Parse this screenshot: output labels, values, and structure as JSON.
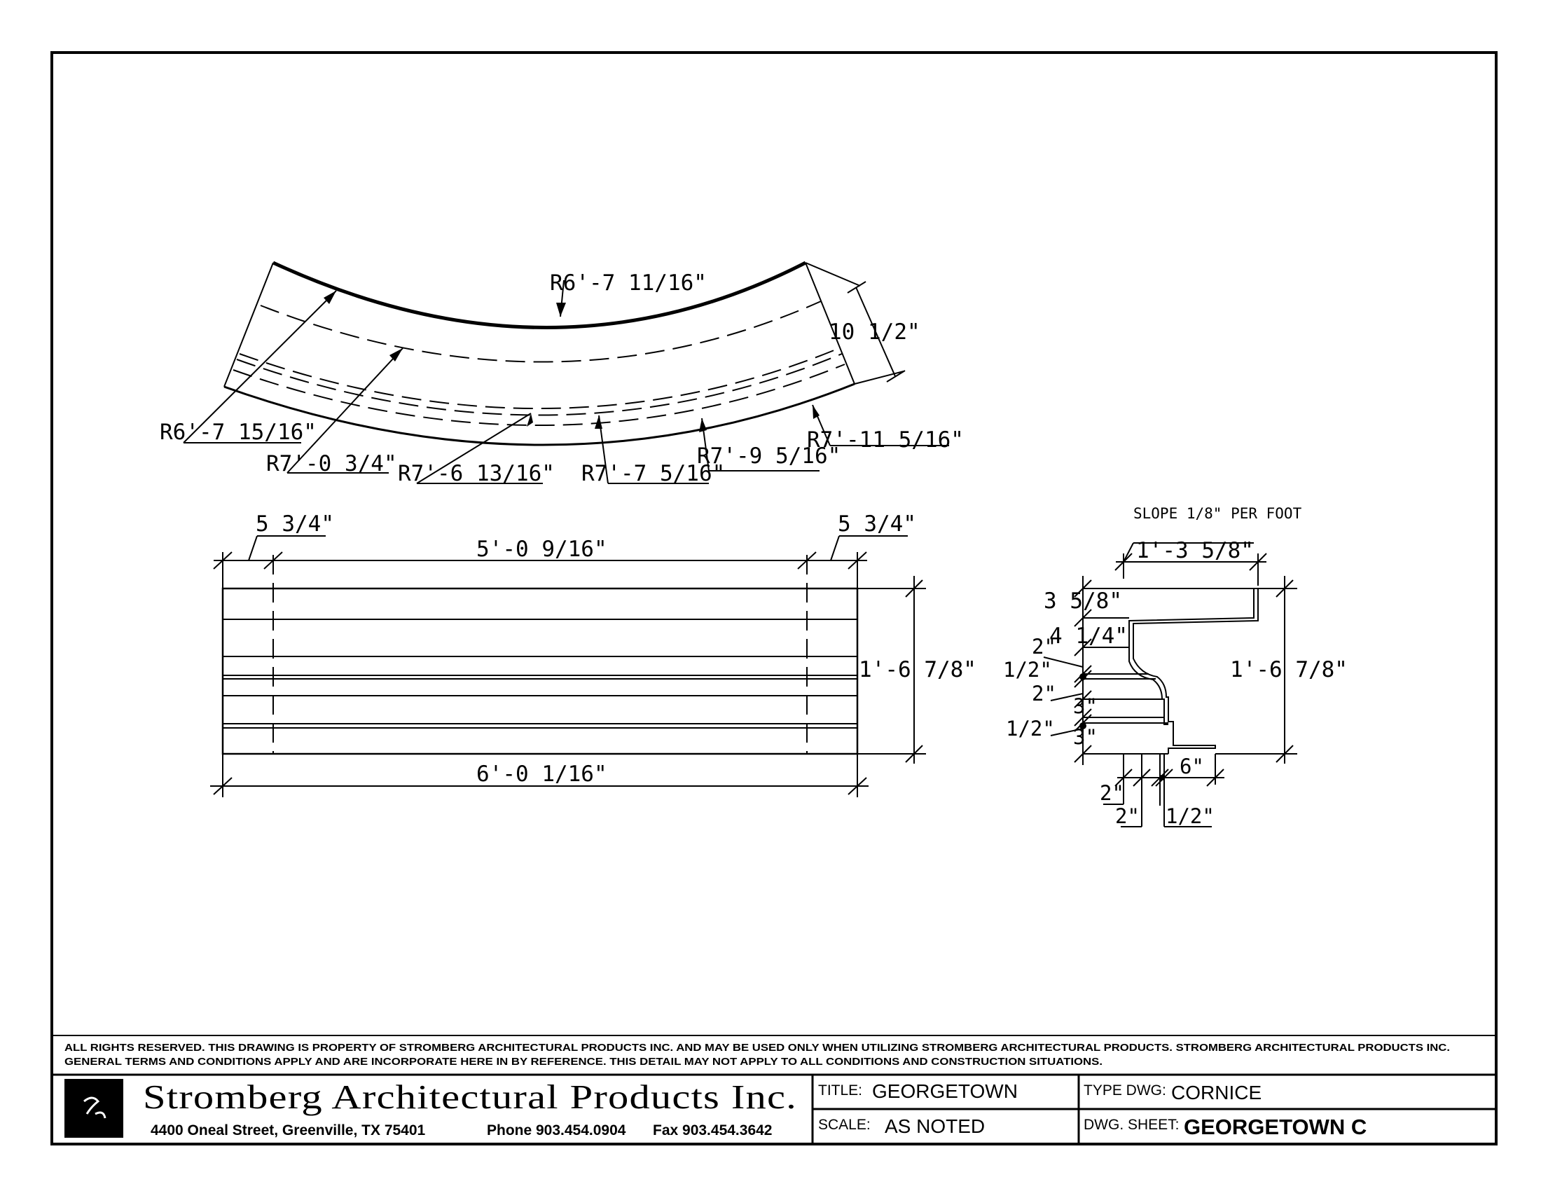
{
  "plan_view": {
    "radii": {
      "r1": "R6'-7 11/16\"",
      "r2": "R6'-7 15/16\"",
      "r3": "R7'-0 3/4\"",
      "r4": "R7'-6 13/16\"",
      "r5": "R7'-7 5/16\"",
      "r6": "R7'-9 5/16\"",
      "r7": "R7'-11 5/16\""
    },
    "depth": "10 1/2\""
  },
  "elevation": {
    "left_return": "5 3/4\"",
    "right_return": "5 3/4\"",
    "center_length": "5'-0 9/16\"",
    "overall_length": "6'-0 1/16\"",
    "height": "1'-6 7/8\""
  },
  "profile": {
    "slope_note": "SLOPE 1/8\" PER FOOT",
    "projection": "1'-3 5/8\"",
    "height": "1'-6 7/8\"",
    "d_top": "3 5/8\"",
    "d_cove": "4 1/4\"",
    "d_a": "2\"",
    "d_b": "1/2\"",
    "d_c": "2\"",
    "d_d": "1/2\"",
    "d_e": "3\"",
    "d_f": "3\"",
    "bottom_a": "2\"",
    "bottom_b": "2\"",
    "bottom_c": "1/2\"",
    "bottom_lip": "6\""
  },
  "notes": {
    "line1": "ALL RIGHTS RESERVED. THIS DRAWING IS PROPERTY OF STROMBERG ARCHITECTURAL PRODUCTS INC. AND MAY BE USED ONLY WHEN UTILIZING STROMBERG ARCHITECTURAL PRODUCTS.  STROMBERG ARCHITECTURAL PRODUCTS INC.",
    "line2": "GENERAL TERMS AND CONDITIONS APPLY AND ARE INCORPORATE HERE IN BY REFERENCE.  THIS DETAIL MAY NOT APPLY TO ALL CONDITIONS AND CONSTRUCTION SITUATIONS."
  },
  "title_block": {
    "company": "Stromberg Architectural Products Inc.",
    "address": "4400 Oneal Street, Greenville, TX  75401",
    "phone": "Phone 903.454.0904",
    "fax": "Fax 903.454.3642",
    "title_label": "TITLE:",
    "title_value": "GEORGETOWN",
    "scale_label": "SCALE:",
    "scale_value": "AS NOTED",
    "type_label": "TYPE DWG:",
    "type_value": "CORNICE",
    "sheet_label": "DWG. SHEET:",
    "sheet_value": "GEORGETOWN C"
  }
}
